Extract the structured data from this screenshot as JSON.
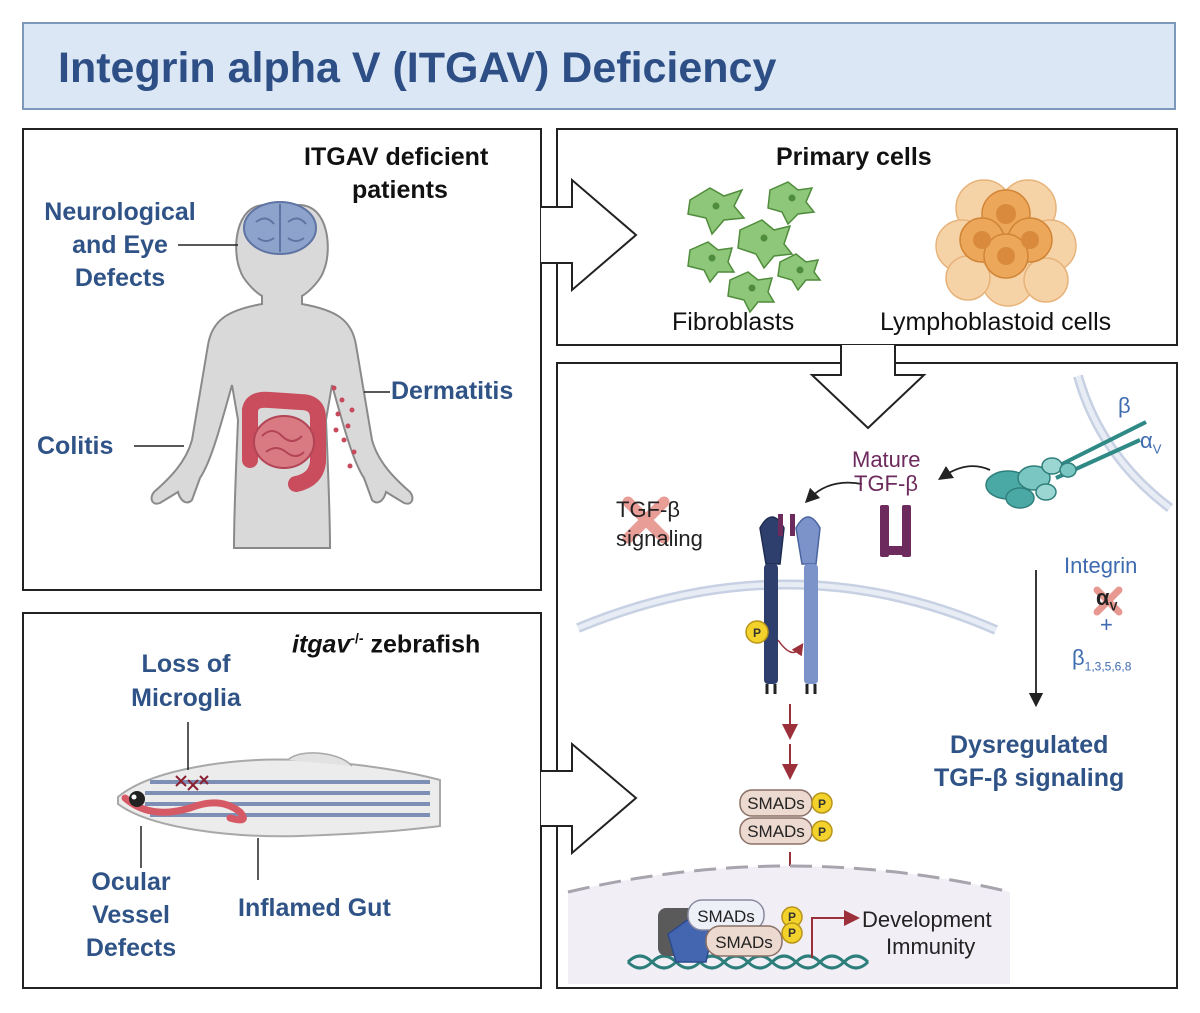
{
  "title": "Integrin alpha V (ITGAV) Deficiency",
  "patients": {
    "heading_line1": "ITGAV deficient",
    "heading_line2": "patients",
    "neuro_line1": "Neurological",
    "neuro_line2": "and Eye",
    "neuro_line3": "Defects",
    "dermatitis": "Dermatitis",
    "colitis": "Colitis"
  },
  "zebrafish": {
    "heading_italic": "itgav",
    "heading_sup": "-/-",
    "heading_rest": " zebrafish",
    "microglia_line1": "Loss of",
    "microglia_line2": "Microglia",
    "ocular_line1": "Ocular",
    "ocular_line2": "Vessel",
    "ocular_line3": "Defects",
    "gut": "Inflamed Gut"
  },
  "primary_cells": {
    "heading": "Primary cells",
    "fibroblasts": "Fibroblasts",
    "lymphoblastoid": "Lymphoblastoid cells"
  },
  "mechanism": {
    "beta": "β",
    "alpha_v": "α",
    "alpha_v_sub": "V",
    "mature_line1": "Mature",
    "mature_line2": "TGF-β",
    "tgf_signal_line1": "TGF-β",
    "tgf_signal_line2": "signaling",
    "integrin": "Integrin",
    "integrin_alpha": "α",
    "integrin_alpha_sub": "V",
    "plus": "+",
    "integrin_beta": "β",
    "integrin_beta_sub": "1,3,5,6,8",
    "dysreg_line1": "Dysregulated",
    "dysreg_line2": "TGF-β signaling",
    "smads": "SMADs",
    "phospho": "P",
    "development": "Development",
    "immunity": "Immunity"
  },
  "colors": {
    "title_bg": "#dbe7f5",
    "title_text": "#2d4f86",
    "label_blue": "#2f5386",
    "tgf_purple": "#6d2a5c",
    "arrow_red": "#9b2f3a",
    "smad_fill": "#ecd9d0",
    "phospho_yellow": "#f3d22b"
  }
}
